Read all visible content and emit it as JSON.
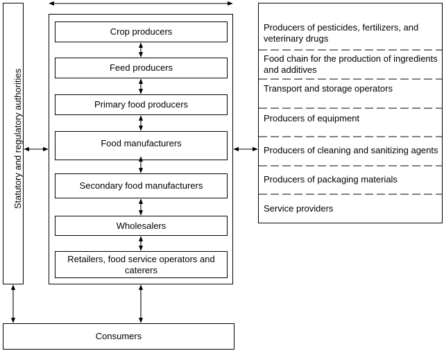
{
  "authorities": {
    "label": "Statutory and regulatory authorities"
  },
  "chain": [
    {
      "label": "Crop producers"
    },
    {
      "label": "Feed producers"
    },
    {
      "label": "Primary food producers"
    },
    {
      "label": "Food manufacturers"
    },
    {
      "label": "Secondary food manufacturers"
    },
    {
      "label": "Wholesalers"
    },
    {
      "label": "Retailers, food service operators and caterers"
    }
  ],
  "suppliers": [
    {
      "label": "Producers of pesticides, fertilizers, and veterinary drugs"
    },
    {
      "label": "Food chain for the production of ingredients and additives"
    },
    {
      "label": "Transport and storage operators"
    },
    {
      "label": "Producers of equipment"
    },
    {
      "label": "Producers of cleaning and sanitizing agents"
    },
    {
      "label": "Producers of packaging materials"
    },
    {
      "label": "Service providers"
    }
  ],
  "consumers": {
    "label": "Consumers"
  }
}
